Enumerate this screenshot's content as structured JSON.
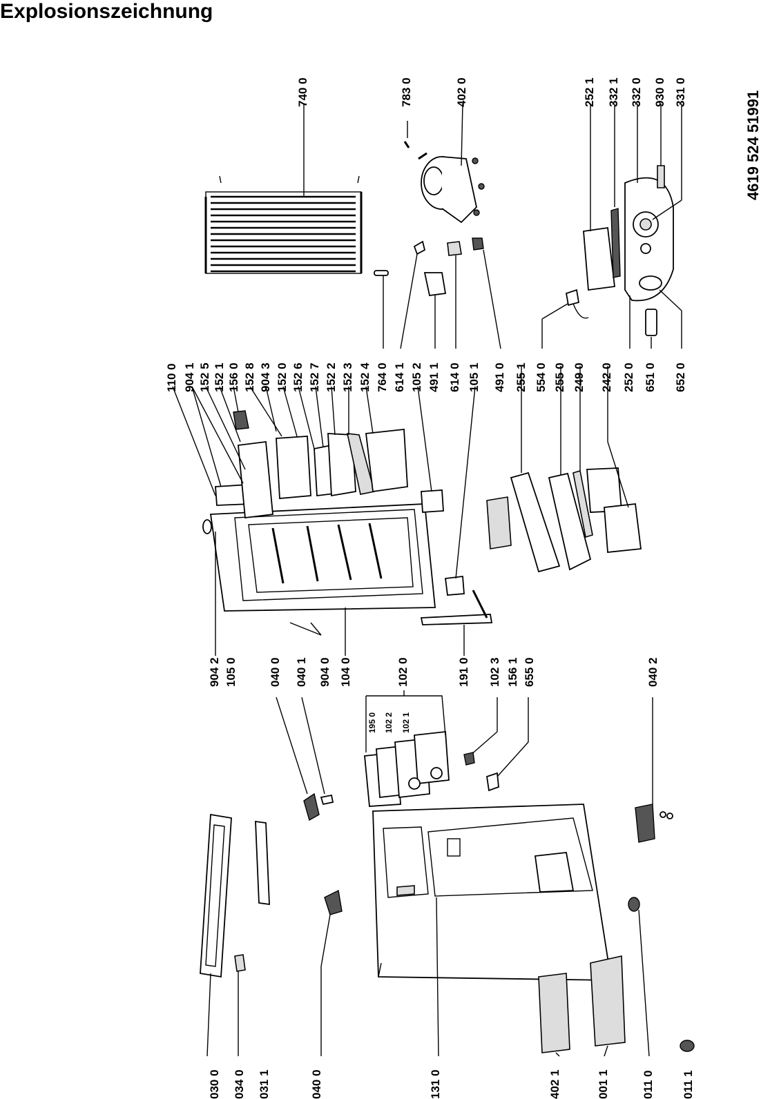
{
  "title": "Explosionszeichnung",
  "document_number": "4619 524 51991",
  "labels": {
    "l030_0": "030 0",
    "l034_0": "034 0",
    "l031_1": "031 1",
    "l040_0b": "040 0",
    "l131_0": "131 0",
    "l402_1": "402 1",
    "l001_1": "001 1",
    "l011_0": "011 0",
    "l011_1": "011 1",
    "l904_2": "904 2",
    "l105_0": "105 0",
    "l040_0": "040 0",
    "l040_1": "040 1",
    "l904_0": "904 0",
    "l104_0": "104 0",
    "l102_0": "102 0",
    "l191_0": "191 0",
    "l102_3": "102 3",
    "l156_1": "156 1",
    "l655_0": "655 0",
    "l040_2": "040 2",
    "l195_0": "195 0",
    "l102_2": "102 2",
    "l102_1": "102 1",
    "l110_0": "110 0",
    "l904_1": "904 1",
    "l152_5": "152 5",
    "l152_1": "152 1",
    "l156_0": "156 0",
    "l152_8": "152 8",
    "l904_3": "904 3",
    "l152_0": "152 0",
    "l152_6": "152 6",
    "l152_7": "152 7",
    "l152_2": "152 2",
    "l152_3": "152 3",
    "l152_4": "152 4",
    "l764_0": "764 0",
    "l614_1": "614 1",
    "l105_2": "105 2",
    "l491_1": "491 1",
    "l614_0": "614 0",
    "l105_1": "105 1",
    "l491_0": "491 0",
    "l255_1": "255 1",
    "l554_0": "554 0",
    "l255_0": "255 0",
    "l249_0": "249 0",
    "l242_0": "242 0",
    "l252_0": "252 0",
    "l651_0": "651 0",
    "l652_0": "652 0",
    "l740_0": "740 0",
    "l783_0": "783 0",
    "l402_0": "402 0",
    "l252_1": "252 1",
    "l332_1": "332 1",
    "l332_0": "332 0",
    "l930_0": "930 0",
    "l331_0": "331 0"
  }
}
